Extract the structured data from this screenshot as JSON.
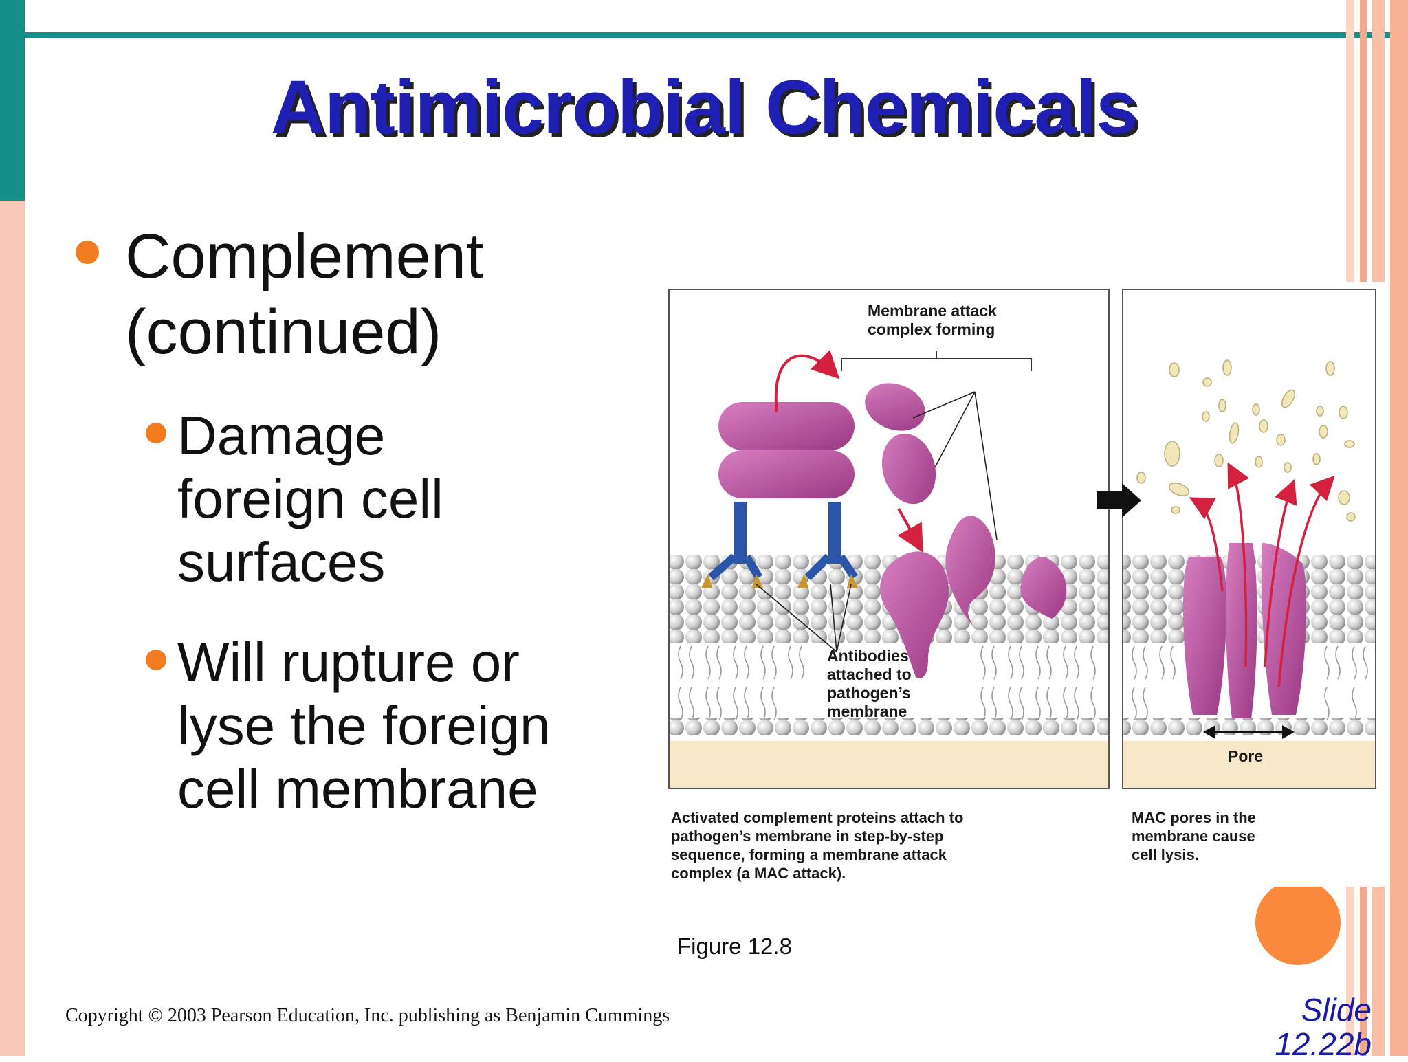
{
  "title": "Antimicrobial Chemicals",
  "bullets": {
    "main": [
      "Complement",
      "(continued)"
    ],
    "sub1": [
      "Damage",
      "foreign cell",
      "surfaces"
    ],
    "sub2": [
      "Will rupture or",
      "lyse the foreign",
      "cell membrane"
    ]
  },
  "figure": {
    "label_mac_forming": [
      "Membrane attack",
      "complex forming"
    ],
    "label_antibodies": [
      "Antibodies",
      "attached to",
      "pathogen’s",
      "membrane"
    ],
    "label_pore": "Pore",
    "caption_left": [
      "Activated complement proteins attach to",
      "pathogen’s membrane in step-by-step",
      "sequence, forming a membrane attack",
      "complex (a MAC attack)."
    ],
    "caption_right": [
      "MAC pores in the",
      "membrane cause",
      "cell lysis."
    ],
    "figure_number": "Figure 12.8"
  },
  "footer": {
    "copyright": "Copyright © 2003 Pearson Education, Inc. publishing as Benjamin Cummings",
    "slide_label": "Slide",
    "slide_number": "12.22b"
  },
  "colors": {
    "title": "#1f1fb4",
    "bullet": "#f47c20",
    "teal_accent": "#13908a",
    "protein": "#b84e9c"
  }
}
